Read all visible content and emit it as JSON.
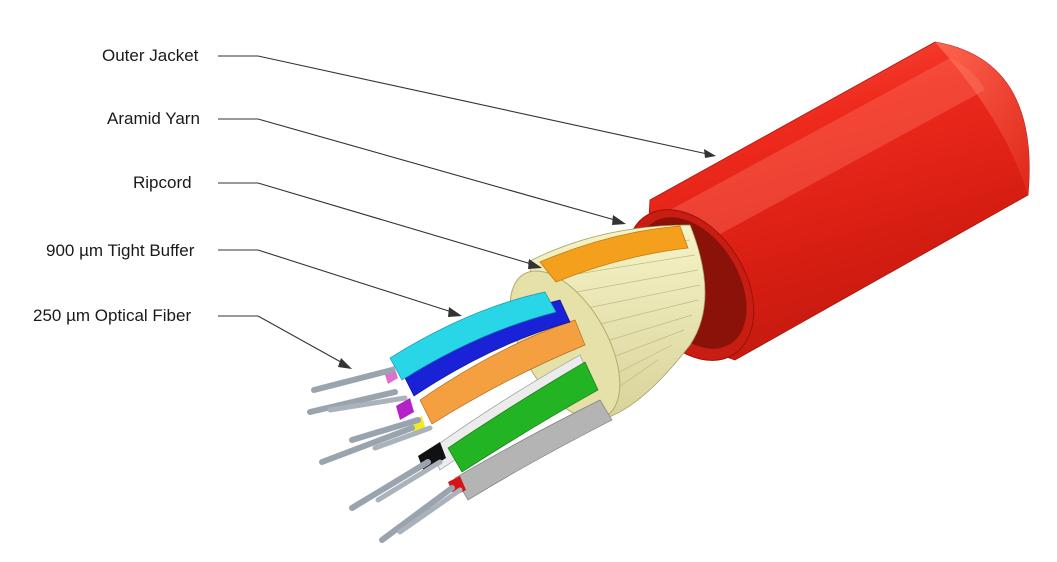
{
  "labels": {
    "outer_jacket": "Outer Jacket",
    "aramid_yarn": "Aramid Yarn",
    "ripcord": "Ripcord",
    "tight_buffer": "900 µm Tight Buffer",
    "optical_fiber": "250 µm Optical Fiber"
  },
  "colors": {
    "jacket": "#e8231a",
    "jacket_dark": "#b81610",
    "aramid": "#eeeab0",
    "ripcord": "#f5a01c",
    "buffer_cyan": "#28d6e8",
    "buffer_blue": "#1a22d8",
    "buffer_orange": "#f5a040",
    "buffer_green": "#22b422",
    "buffer_grey": "#b4b4b4",
    "buffer_white": "#e8e8e8",
    "fiber": "#b9c2cc"
  }
}
